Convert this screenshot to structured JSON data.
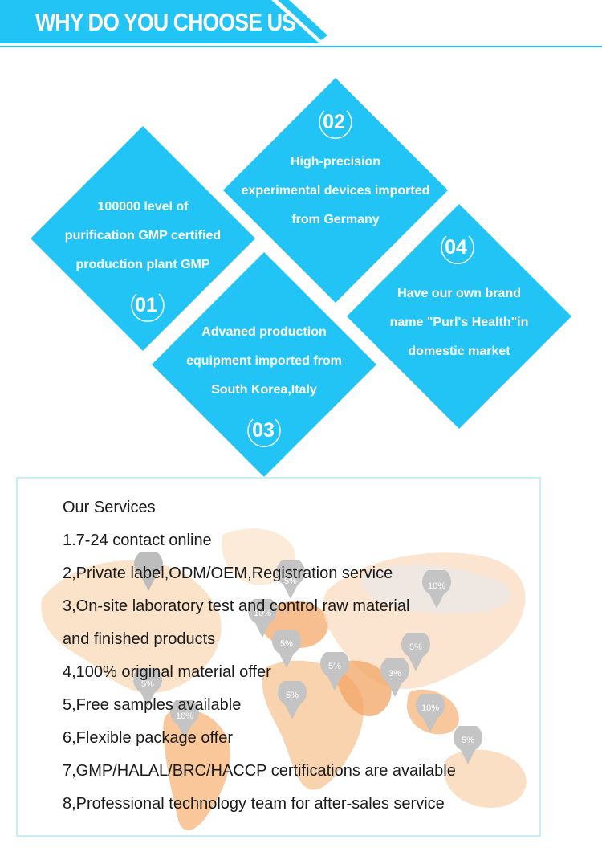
{
  "header": {
    "title": "WHY DO YOU CHOOSE US"
  },
  "features": [
    {
      "number": "01",
      "lines": [
        "100000 level of",
        "purification GMP certified",
        "production plant GMP"
      ]
    },
    {
      "number": "02",
      "lines": [
        "High-precision",
        "experimental devices imported",
        "from Germany"
      ]
    },
    {
      "number": "03",
      "lines": [
        "Advaned production",
        "equipment imported from",
        "South Korea,Italy"
      ]
    },
    {
      "number": "04",
      "lines": [
        "Have our own brand",
        "name \"Purl's Health\"in",
        "domestic market"
      ]
    }
  ],
  "services": {
    "items": [
      "Our Services",
      "1.7-24 contact online",
      "2,Private label,ODM/OEM,Registration service",
      "3,On-site laboratory test and control raw material",
      "and finished products",
      "4,100% original material offer",
      "5,Free samples available",
      "6,Flexible package offer",
      "7,GMP/HALAL/BRC/HACCP certifications are available",
      "8,Professional technology team for after-sales service"
    ],
    "map_pins": [
      "5%",
      "10%",
      "10%",
      "5%",
      "5%",
      "5%",
      "3%",
      "5%",
      "5%",
      "10%",
      "5%",
      "10%"
    ]
  },
  "colors": {
    "accent": "#22c4f6",
    "map_orange": "#f7c394",
    "pin_gray": "#bdbdbd"
  }
}
